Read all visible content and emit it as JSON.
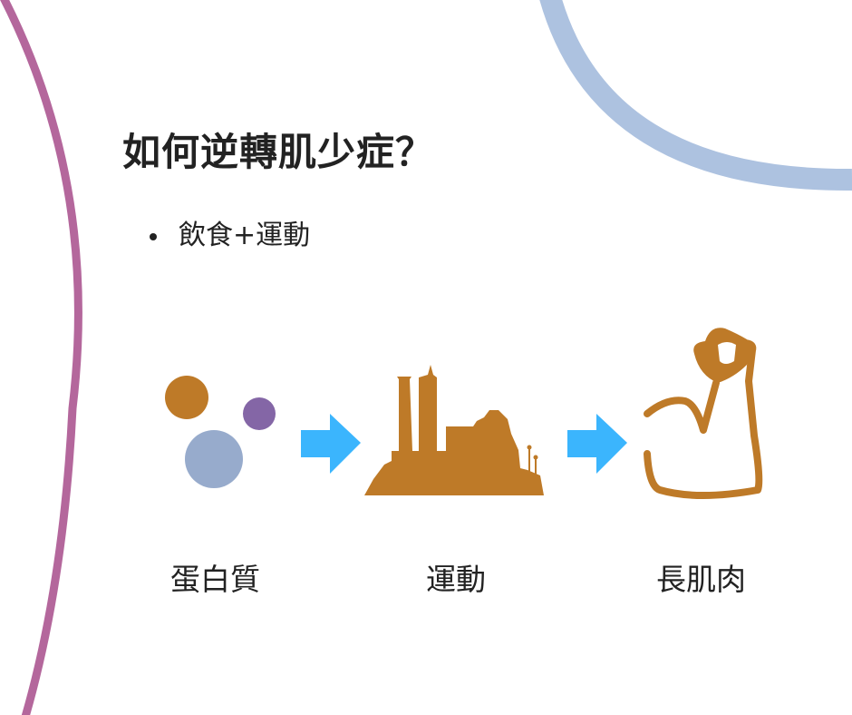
{
  "slide": {
    "title": "如何逆轉肌少症？",
    "bullet": "飲食+運動",
    "steps": [
      {
        "label": "蛋白質",
        "icon": "nutrient-circles-icon"
      },
      {
        "label": "運動",
        "icon": "factory-silhouette-icon"
      },
      {
        "label": "長肌肉",
        "icon": "flexed-arm-icon"
      }
    ]
  },
  "colors": {
    "accent_orange": "#BE7A28",
    "arrow_blue": "#3BB5FD",
    "purple": "#8466A6",
    "slate_blue": "#97ABCC",
    "left_arc": "#B4679C",
    "top_arc": "#ADC2E0"
  }
}
